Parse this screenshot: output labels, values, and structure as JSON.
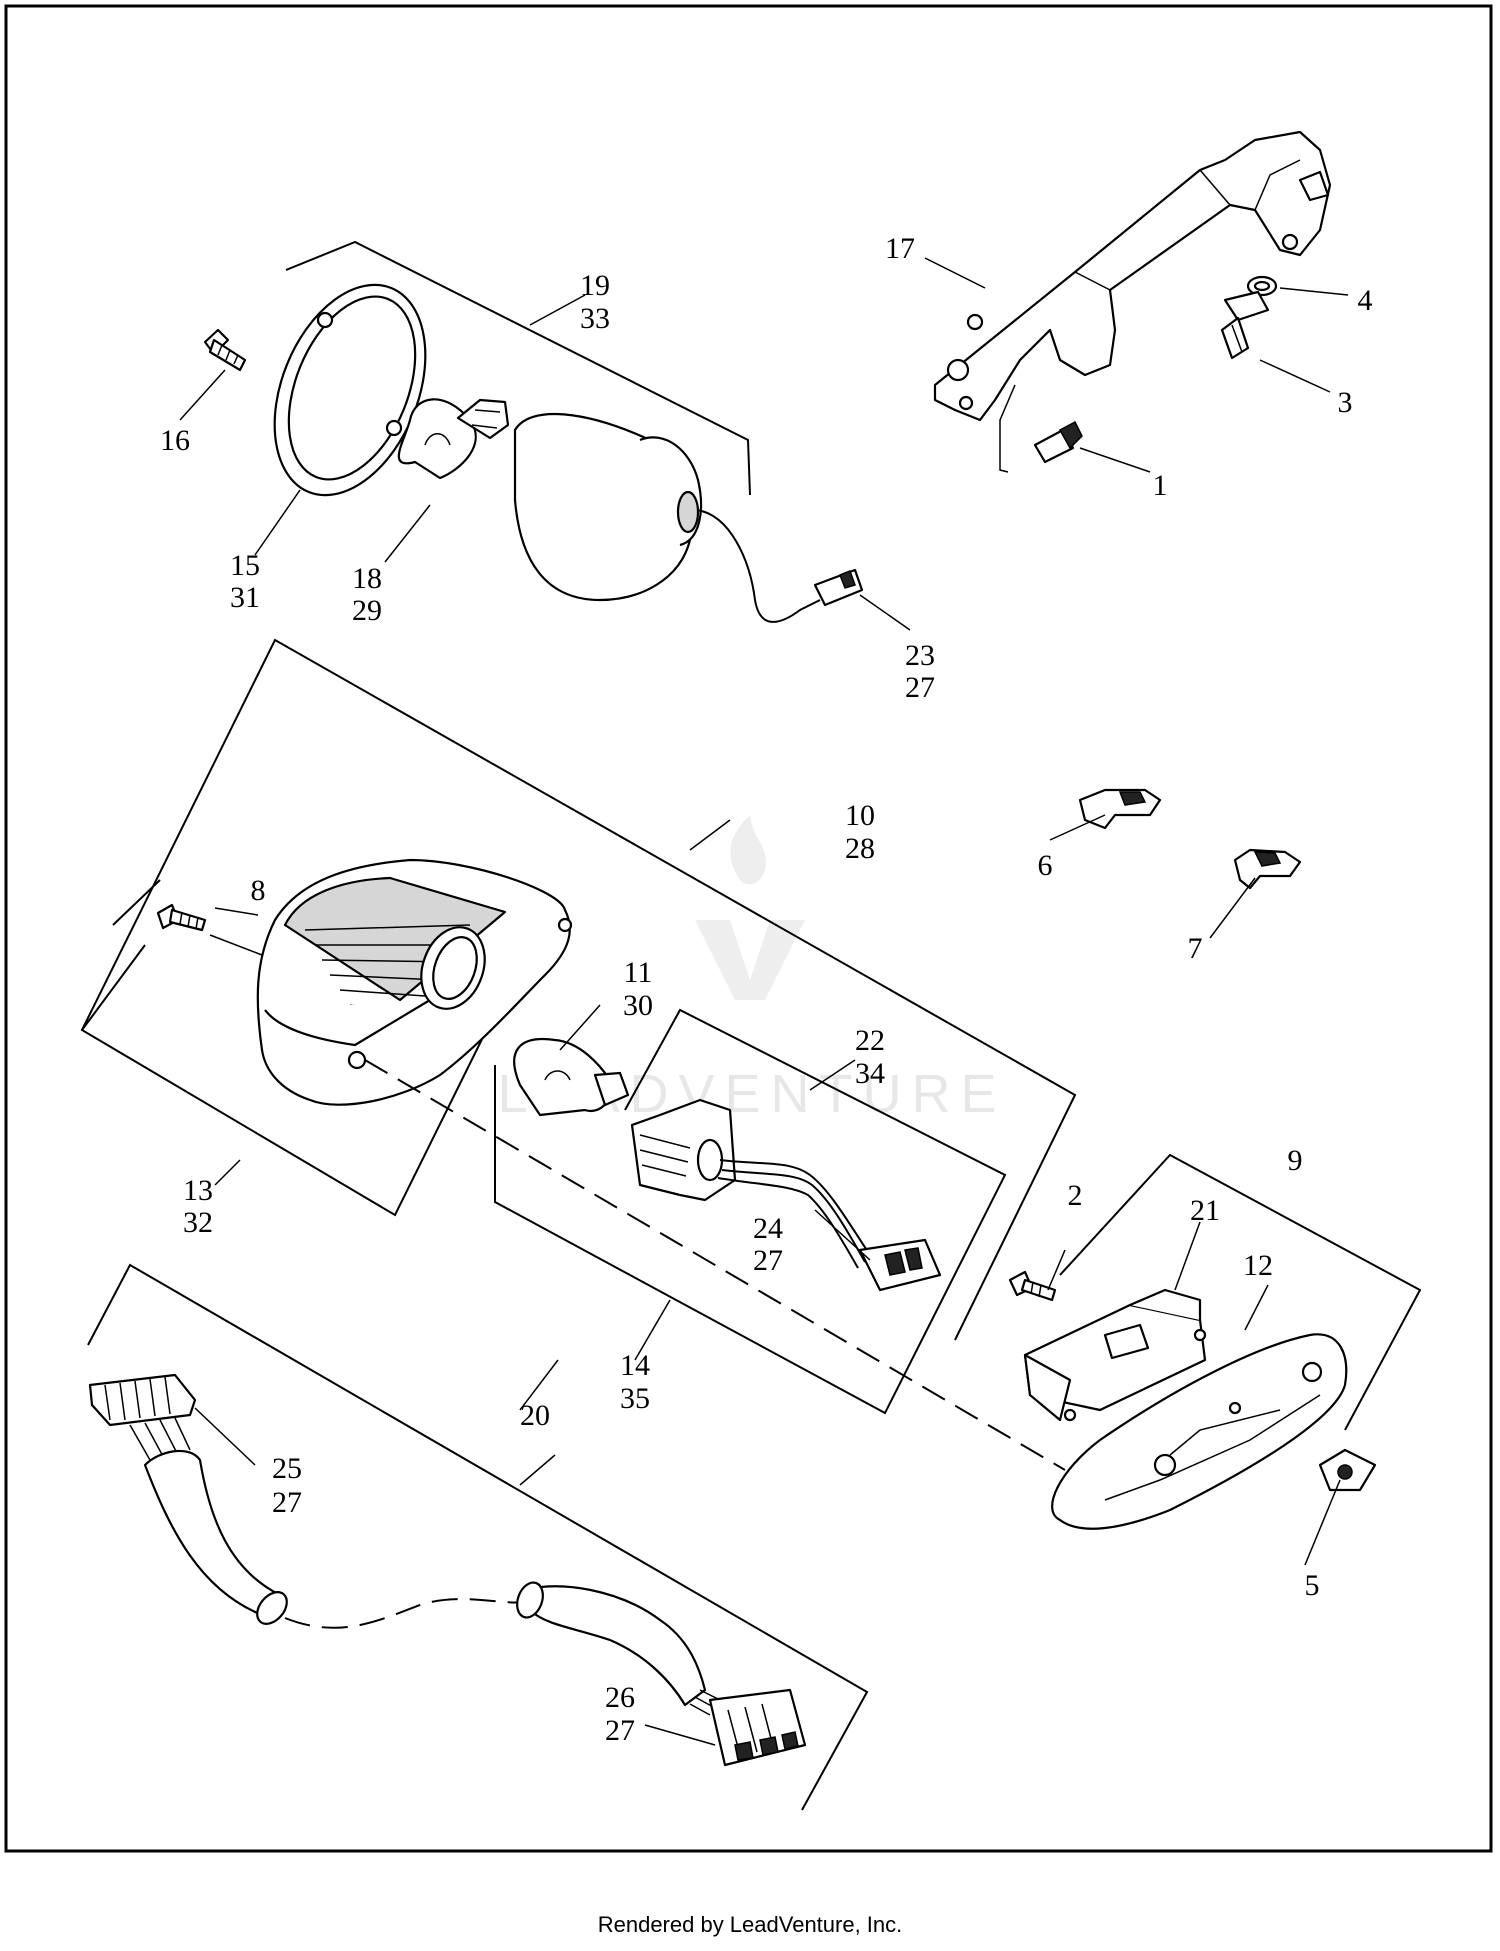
{
  "diagram": {
    "callouts": {
      "c1": [
        "1"
      ],
      "c2": [
        "2"
      ],
      "c3": [
        "3"
      ],
      "c4": [
        "4"
      ],
      "c5": [
        "5"
      ],
      "c6": [
        "6"
      ],
      "c7": [
        "7"
      ],
      "c8": [
        "8"
      ],
      "c9": [
        "9"
      ],
      "c10": [
        "10",
        "28"
      ],
      "c11": [
        "11",
        "30"
      ],
      "c12": [
        "12"
      ],
      "c13": [
        "13",
        "32"
      ],
      "c14": [
        "14",
        "35"
      ],
      "c15": [
        "15",
        "31"
      ],
      "c16": [
        "16"
      ],
      "c17": [
        "17"
      ],
      "c18": [
        "18",
        "29"
      ],
      "c19": [
        "19",
        "33"
      ],
      "c20": [
        "20"
      ],
      "c21": [
        "21"
      ],
      "c22": [
        "22",
        "34"
      ],
      "c23": [
        "23",
        "27"
      ],
      "c24": [
        "24",
        "27"
      ],
      "c25": [
        "25",
        "27"
      ],
      "c26": [
        "26",
        "27"
      ]
    },
    "watermark": "LEADVENTURE"
  },
  "footer": "Rendered by LeadVenture, Inc."
}
